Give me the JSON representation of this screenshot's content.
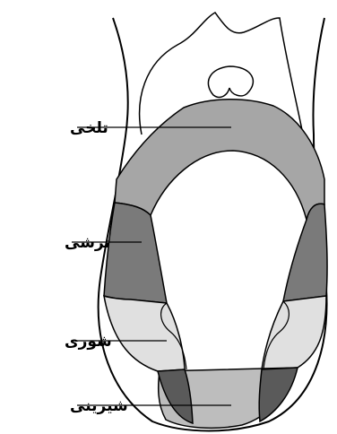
{
  "diagram": {
    "labels": {
      "bitter": "تلخی",
      "sour": "ترشی",
      "salty": "شوری",
      "sweet": "شیرینی"
    },
    "colors": {
      "bitter_zone": "#a6a6a6",
      "sour_zone": "#7a7a7a",
      "salty_zone": "#e0e0e0",
      "sweet_center": "#bdbdbd",
      "sweet_sides": "#5a5a5a",
      "outline": "#000000",
      "background": "#ffffff"
    }
  }
}
